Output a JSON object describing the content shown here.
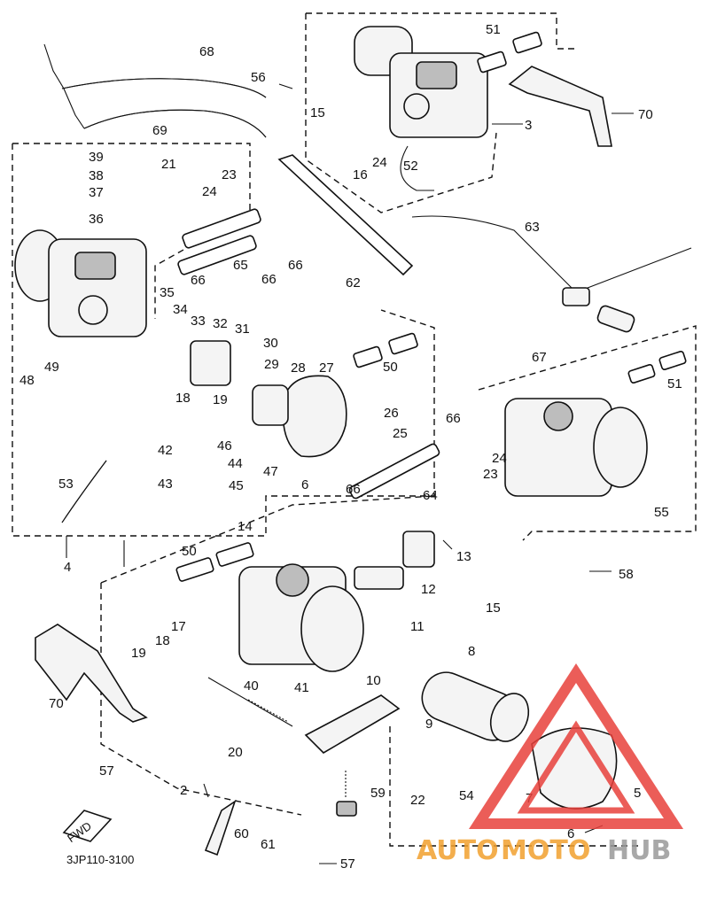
{
  "diagram_code": "3JP110-3100",
  "fwd_label": "FWD",
  "watermark": {
    "part1": "AUTO",
    "part2": "MOTO",
    "part3": "HUB",
    "colors": {
      "red": "#e8413c",
      "orange": "#f2a12e",
      "gray": "#9a9a9a"
    }
  },
  "callouts": {
    "c1": "51",
    "c2": "56",
    "c3": "68",
    "c4": "15",
    "c5": "3",
    "c6": "70",
    "c7": "69",
    "c8": "24",
    "c9": "16",
    "c10": "52",
    "c11": "39",
    "c12": "38",
    "c13": "37",
    "c14": "21",
    "c15": "23",
    "c16": "24",
    "c17": "36",
    "c18": "66",
    "c19": "65",
    "c20": "66",
    "c21": "62",
    "c22": "63",
    "c23": "66",
    "c24": "35",
    "c25": "34",
    "c26": "33",
    "c27": "32",
    "c28": "31",
    "c29": "30",
    "c30": "29",
    "c31": "28",
    "c32": "27",
    "c33": "50",
    "c34": "67",
    "c35": "51",
    "c36": "48",
    "c37": "49",
    "c38": "18",
    "c39": "19",
    "c40": "26",
    "c41": "25",
    "c42": "42",
    "c43": "46",
    "c44": "44",
    "c45": "47",
    "c46": "6",
    "c47": "66",
    "c48": "24",
    "c49": "23",
    "c50": "43",
    "c51": "45",
    "c52": "64",
    "c53": "53",
    "c54": "55",
    "c55": "4",
    "c56": "66",
    "c57": "14",
    "c58": "50",
    "c59": "13",
    "c60": "58",
    "c61": "12",
    "c62": "15",
    "c63": "11",
    "c64": "8",
    "c65": "17",
    "c66": "19",
    "c67": "18",
    "c68": "40",
    "c69": "41",
    "c70": "10",
    "c71": "70",
    "c72": "9",
    "c73": "20",
    "c74": "57",
    "c75": "2",
    "c76": "59",
    "c77": "22",
    "c78": "54",
    "c79": "7",
    "c80": "5",
    "c81": "60",
    "c82": "61",
    "c83": "57",
    "c84": "6"
  }
}
